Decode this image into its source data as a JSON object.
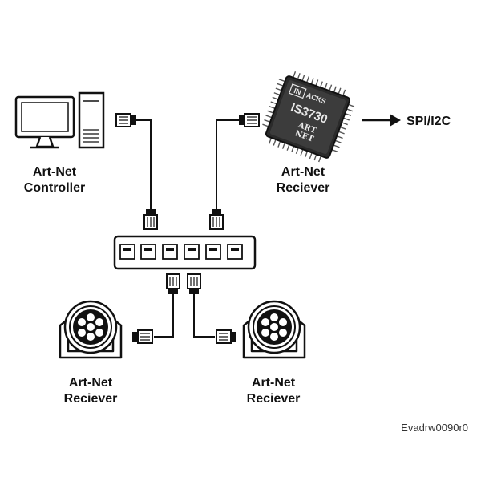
{
  "nodes": {
    "controller": {
      "line1": "Art-Net",
      "line2": "Controller"
    },
    "chip": {
      "brand_left": "IN",
      "brand_right": "ACKS",
      "model": "IS3730",
      "logo_top": "ART",
      "logo_bottom": "NET"
    },
    "receiver_chip": {
      "line1": "Art-Net",
      "line2": "Reciever"
    },
    "output": {
      "label": "SPI/I2C"
    },
    "receiver_left": {
      "line1": "Art-Net",
      "line2": "Reciever"
    },
    "receiver_right": {
      "line1": "Art-Net",
      "line2": "Reciever"
    }
  },
  "reference": "Evadrw0090r0",
  "icons": [
    "computer-icon",
    "network-switch-icon",
    "ethernet-plug-icon",
    "chip-icon",
    "moving-head-light-icon",
    "arrow-right-icon"
  ]
}
